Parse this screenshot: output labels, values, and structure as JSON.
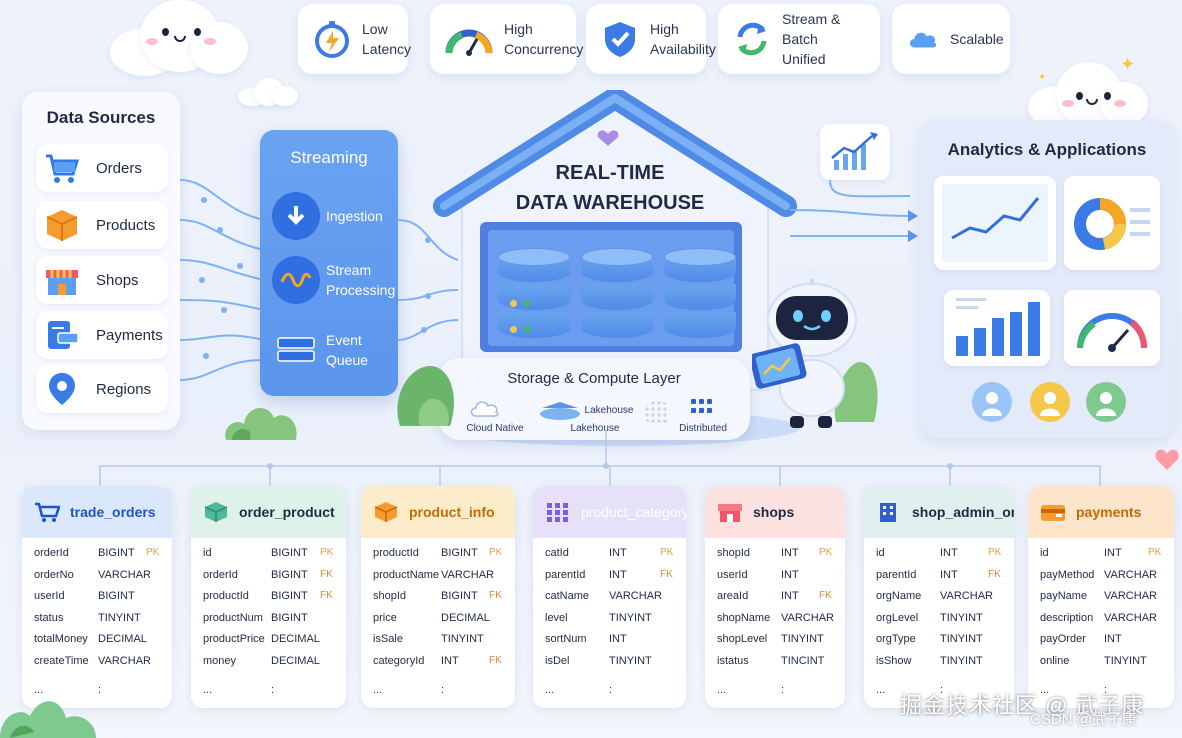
{
  "features": [
    {
      "line1": "Low",
      "line2": "Latency",
      "icon": "stopwatch-icon"
    },
    {
      "line1": "High",
      "line2": "Concurrency",
      "icon": "gauge-icon"
    },
    {
      "line1": "High",
      "line2": "Availability",
      "icon": "shield-check-icon"
    },
    {
      "line1": "Stream & Batch",
      "line2": "Unified",
      "icon": "sync-icon"
    },
    {
      "line1": "Scalable",
      "line2": "",
      "icon": "cloud-icon"
    }
  ],
  "sources": {
    "title": "Data Sources",
    "items": [
      {
        "label": "Orders",
        "icon": "shopping-cart-icon"
      },
      {
        "label": "Products",
        "icon": "box-icon"
      },
      {
        "label": "Shops",
        "icon": "storefront-icon"
      },
      {
        "label": "Payments",
        "icon": "payment-card-icon"
      },
      {
        "label": "Regions",
        "icon": "map-pin-icon"
      }
    ]
  },
  "streaming": {
    "title": "Streaming",
    "steps": [
      {
        "line1": "Ingestion",
        "line2": "",
        "icon": "download-arrow-icon"
      },
      {
        "line1": "Stream",
        "line2": "Processing",
        "icon": "wave-icon"
      },
      {
        "line1": "Event",
        "line2": "Queue",
        "icon": "queue-icon"
      }
    ]
  },
  "warehouse": {
    "line1": "REAL-TIME",
    "line2": "DATA WAREHOUSE",
    "storage_label": "Storage & Compute Layer",
    "storage_items": [
      "Cloud Native",
      "Lakehouse",
      "Lakehouse",
      "Distributed"
    ]
  },
  "analytics": {
    "title": "Analytics & Applications"
  },
  "colors": {
    "accent": "#5b95ec",
    "dark_blue": "#2f6fe0"
  },
  "tables": [
    {
      "name": "trade_orders",
      "icon": "cart-icon",
      "head_bg": "#dbe8fb",
      "head_color": "#1b55c7",
      "rows": [
        [
          "orderId",
          "BIGINT",
          "PK"
        ],
        [
          "orderNo",
          "VARCHAR",
          ""
        ],
        [
          "userId",
          "BIGINT",
          ""
        ],
        [
          "status",
          "TINYINT",
          ""
        ],
        [
          "totalMoney",
          "DECIMAL",
          ""
        ],
        [
          "createTime",
          "VARCHAR",
          ""
        ]
      ]
    },
    {
      "name": "order_product",
      "icon": "cube-icon",
      "head_bg": "#def2ea",
      "head_color": "#1f2a44",
      "rows": [
        [
          "id",
          "BIGINT",
          "PK"
        ],
        [
          "orderId",
          "BIGINT",
          "FK"
        ],
        [
          "productId",
          "BIGINT",
          "FK"
        ],
        [
          "productNum",
          "BIGINT",
          ""
        ],
        [
          "productPrice",
          "DECIMAL",
          ""
        ],
        [
          "money",
          "DECIMAL",
          ""
        ]
      ]
    },
    {
      "name": "product_info",
      "icon": "package-icon",
      "head_bg": "#fdecc9",
      "head_color": "#c66a00",
      "rows": [
        [
          "productId",
          "BIGINT",
          "PK"
        ],
        [
          "productName",
          "VARCHAR",
          ""
        ],
        [
          "shopId",
          "BIGINT",
          "FK"
        ],
        [
          "price",
          "DECIMAL",
          ""
        ],
        [
          "isSale",
          "TINYINT",
          ""
        ],
        [
          "categoryId",
          "INT",
          "FK"
        ]
      ]
    },
    {
      "name": "product_category",
      "icon": "grid-icon",
      "head_bg": "#e6e0f8",
      "head_color": "#ffffff",
      "rows": [
        [
          "catId",
          "INT",
          "PK"
        ],
        [
          "parentId",
          "INT",
          "FK"
        ],
        [
          "catName",
          "VARCHAR",
          ""
        ],
        [
          "level",
          "TINYINT",
          ""
        ],
        [
          "sortNum",
          "INT",
          ""
        ],
        [
          "isDel",
          "TINYINT",
          ""
        ]
      ]
    },
    {
      "name": "shops",
      "icon": "shop-icon",
      "head_bg": "#fbe1e0",
      "head_color": "#1f2a44",
      "rows": [
        [
          "shopId",
          "INT",
          "PK"
        ],
        [
          "userId",
          "INT",
          ""
        ],
        [
          "areaId",
          "INT",
          "FK"
        ],
        [
          "shopName",
          "VARCHAR",
          ""
        ],
        [
          "shopLevel",
          "TINYINT",
          ""
        ],
        [
          "istatus",
          "TINCINT",
          ""
        ]
      ]
    },
    {
      "name": "shop_admin_org",
      "icon": "building-icon",
      "head_bg": "#dff0ee",
      "head_color": "#1f2a44",
      "rows": [
        [
          "id",
          "INT",
          "PK"
        ],
        [
          "parentId",
          "INT",
          "FK"
        ],
        [
          "orgName",
          "VARCHAR",
          ""
        ],
        [
          "orgLevel",
          "TINYINT",
          ""
        ],
        [
          "orgType",
          "TINYINT",
          ""
        ],
        [
          "isShow",
          "TINYINT",
          ""
        ]
      ]
    },
    {
      "name": "payments",
      "icon": "wallet-icon",
      "head_bg": "#fde5cc",
      "head_color": "#c66a00",
      "rows": [
        [
          "id",
          "INT",
          "PK"
        ],
        [
          "payMethod",
          "VARCHAR",
          ""
        ],
        [
          "payName",
          "VARCHAR",
          ""
        ],
        [
          "description",
          "VARCHAR",
          ""
        ],
        [
          "payOrder",
          "INT",
          ""
        ],
        [
          "online",
          "TINYINT",
          ""
        ]
      ]
    }
  ],
  "ellipsis": "...",
  "colon": ":",
  "watermark": "掘金技术社区 @ 武子康",
  "watermark2": "CSDN @武子康"
}
